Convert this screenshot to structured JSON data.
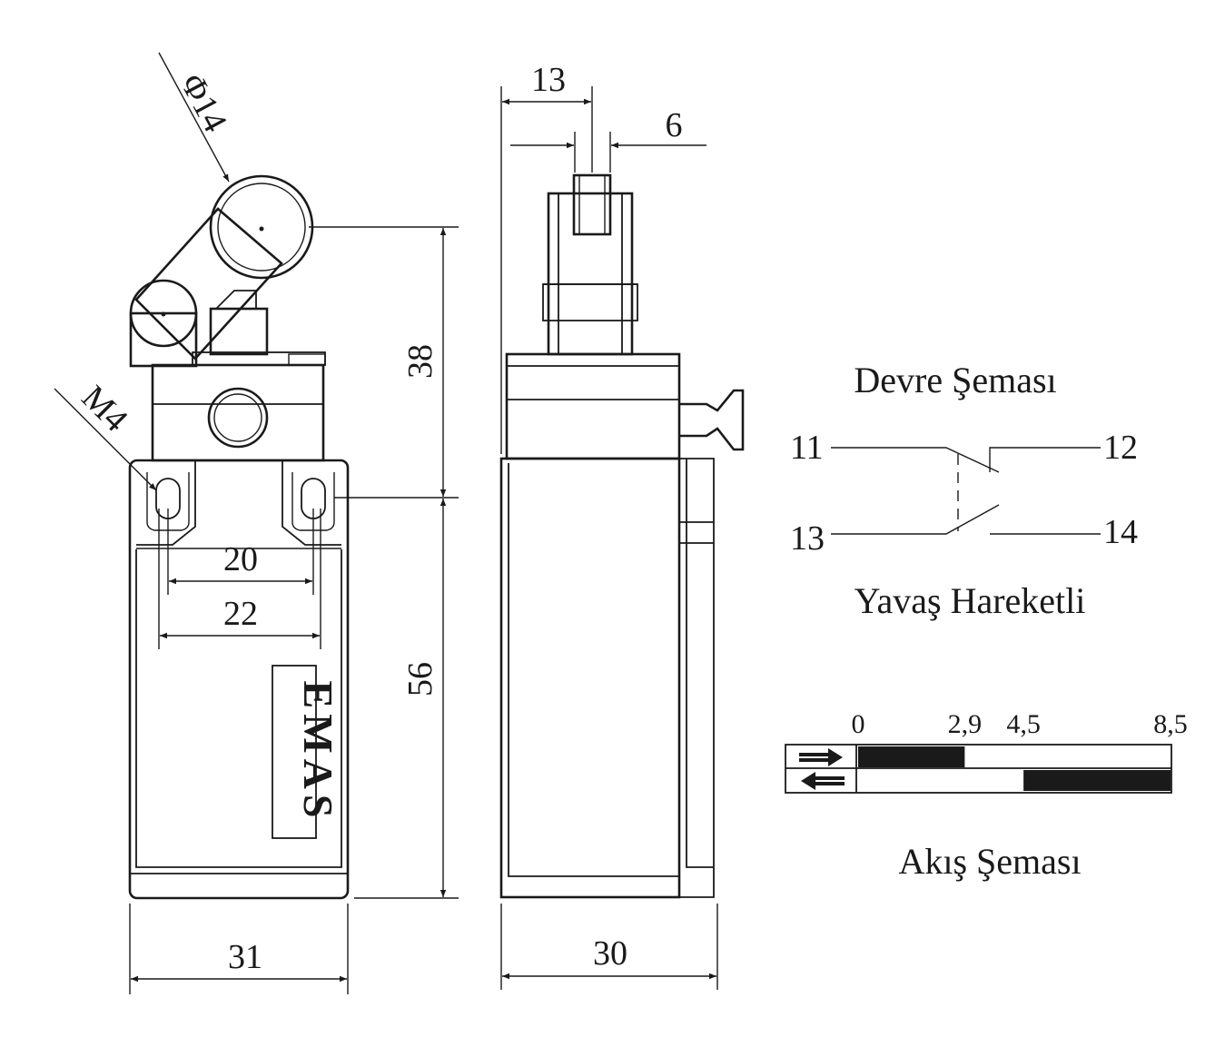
{
  "front_view": {
    "dim_roller_diameter": "Φ14",
    "dim_thread": "M4",
    "dim_hole_spacing_inner": "20",
    "dim_hole_spacing_outer": "22",
    "dim_body_width": "31",
    "dim_upper_height": "38",
    "dim_lower_height": "56",
    "logo_text": "EMAS"
  },
  "side_view": {
    "dim_top_offset": "13",
    "dim_roller_width": "6",
    "dim_depth": "30"
  },
  "circuit": {
    "title": "Devre Şeması",
    "terminal_nc_in": "11",
    "terminal_nc_out": "12",
    "terminal_no_in": "13",
    "terminal_no_out": "14",
    "subtitle": "Yavaş Hareketli"
  },
  "flow": {
    "title": "Akış Şeması",
    "scale_labels": [
      "0",
      "2,9",
      "4,5",
      "8,5"
    ],
    "forward_active": [
      0,
      2.9
    ],
    "return_active": [
      4.5,
      8.5
    ],
    "scale_max": 8.5
  }
}
